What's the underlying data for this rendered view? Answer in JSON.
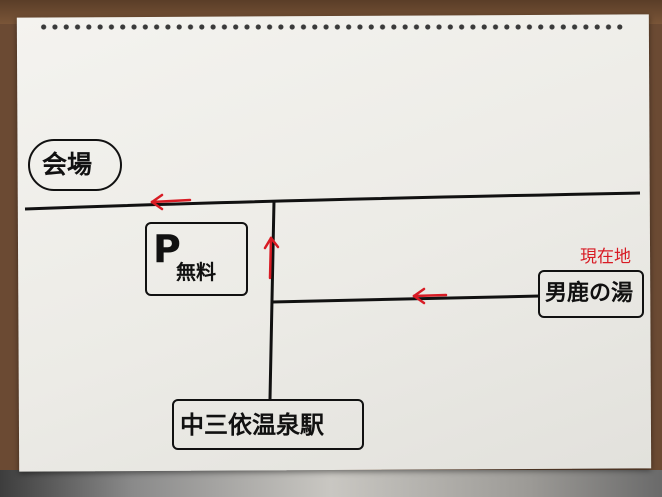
{
  "places": {
    "venue": "会場",
    "parking_letter": "P",
    "parking_note": "無料",
    "onsen": "男鹿の湯",
    "station": "中三依温泉駅",
    "current_location": "現在地"
  },
  "colors": {
    "ink": "#111111",
    "route": "#d81b24",
    "paper": "#efeee9"
  }
}
